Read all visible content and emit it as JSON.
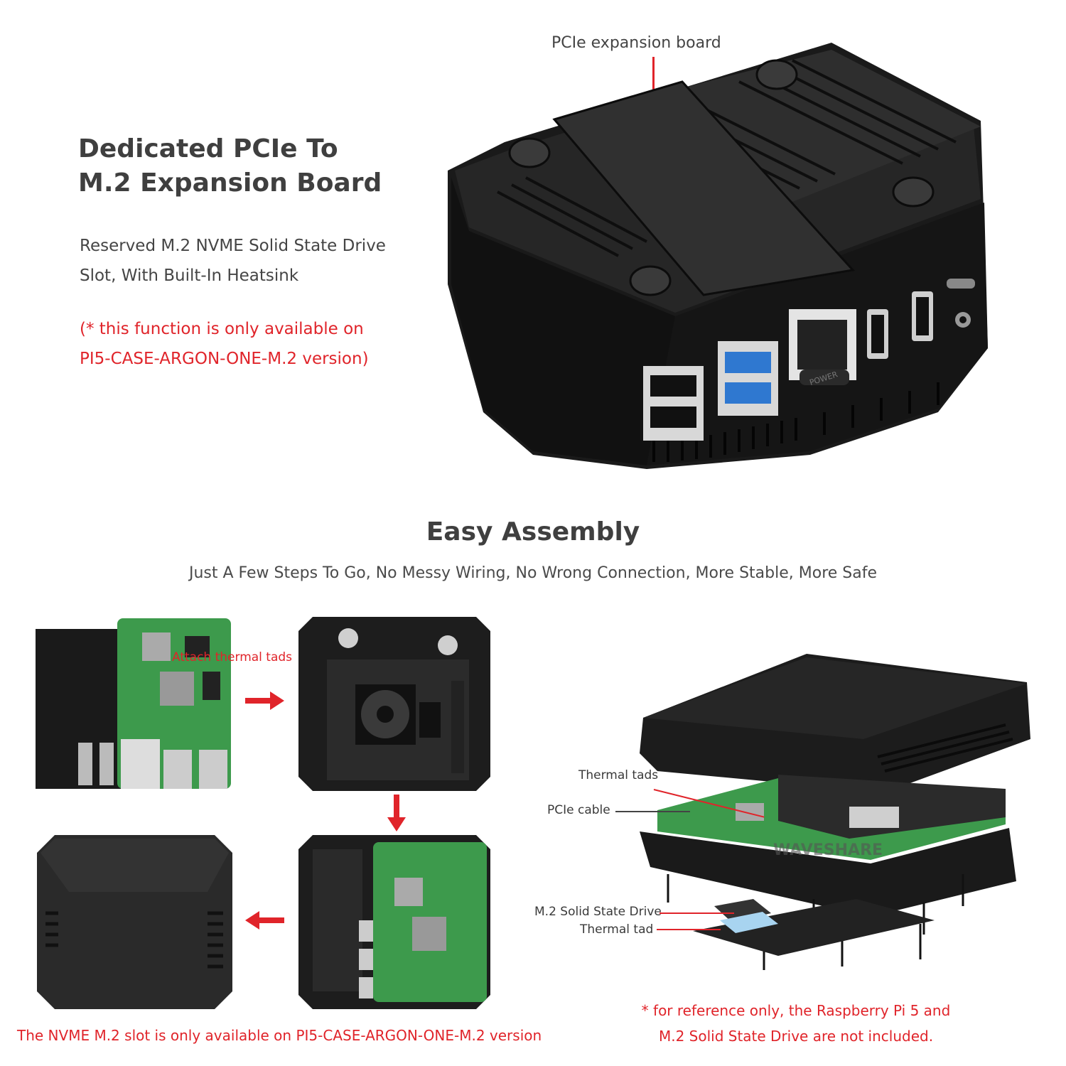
{
  "top_section": {
    "heading_line1": "Dedicated PCIe To",
    "heading_line2": "M.2 Expansion Board",
    "desc_line1": "Reserved M.2 NVME Solid State Drive",
    "desc_line2": "Slot, With Built-In Heatsink",
    "note_line1": "(* this function is only available on",
    "note_line2": "PI5-CASE-ARGON-ONE-M.2 version)",
    "callout_pcie_board": "PCIe expansion board",
    "power_label": "POWER"
  },
  "assembly_section": {
    "heading": "Easy Assembly",
    "subheading": "Just A Few Steps To Go, No Messy Wiring, No Wrong Connection, More Stable, More Safe",
    "step1_label": "Attach thermal tads",
    "bottom_note": "The NVME M.2 slot is only available on PI5-CASE-ARGON-ONE-M.2 version"
  },
  "exploded_view": {
    "callout_thermal_tads": "Thermal tads",
    "callout_pcie_cable": "PCIe cable",
    "callout_ssd": "M.2 Solid State Drive",
    "callout_thermal_tad": "Thermal tad",
    "watermark": "WAVESHARE",
    "disclaimer_line1": "* for reference only, the Raspberry Pi 5 and",
    "disclaimer_line2": "M.2 Solid State Drive are not included."
  },
  "colors": {
    "accent_red": "#e0242a",
    "case_black": "#1c1c1c",
    "usb3_blue": "#2f78d0",
    "pcb_green": "#3d9a4c"
  }
}
